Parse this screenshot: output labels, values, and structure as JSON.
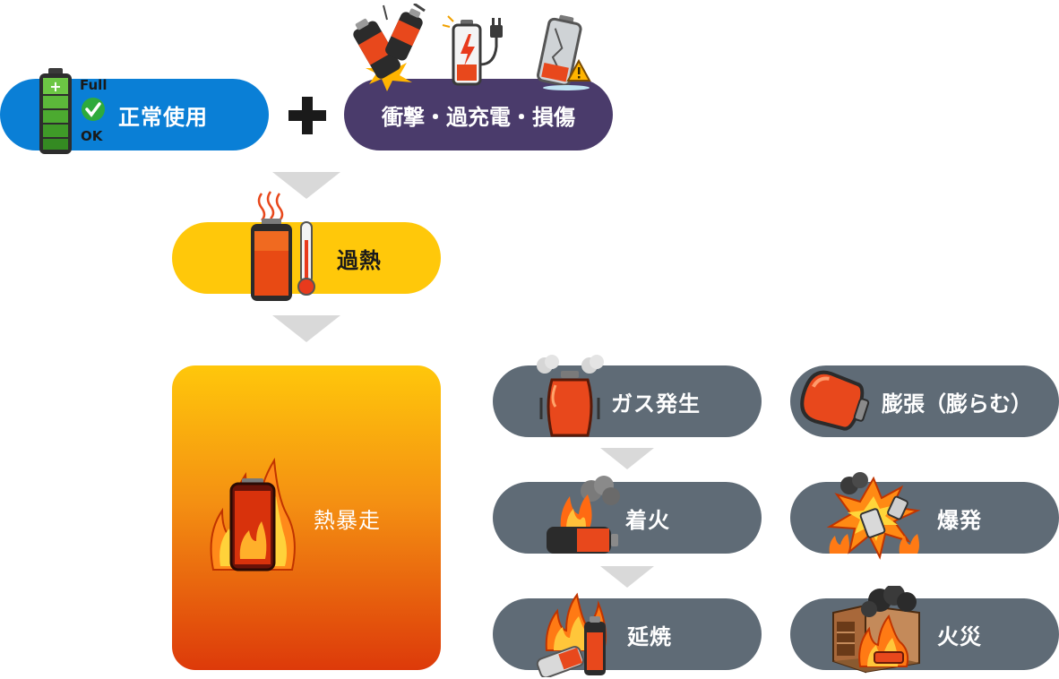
{
  "nodes": {
    "normal_use": {
      "label": "正常使用",
      "battery_top": "Full",
      "battery_bottom": "OK"
    },
    "causes": {
      "label": "衝撃・過充電・損傷"
    },
    "overheat": {
      "label": "過熱"
    },
    "thermal_runaway": {
      "label": "熱暴走"
    },
    "gas": {
      "label": "ガス発生"
    },
    "swelling": {
      "label": "膨張（膨らむ）"
    },
    "ignition": {
      "label": "着火"
    },
    "explosion": {
      "label": "爆発"
    },
    "spread": {
      "label": "延焼"
    },
    "fire": {
      "label": "火災"
    }
  },
  "colors": {
    "blue": "#0a7fd6",
    "purple": "#4a3b6b",
    "yellow": "#ffc80a",
    "gray": "#5f6b76",
    "arrow": "#d9d9d9",
    "gradient_top": "#ffc70b",
    "gradient_bottom": "#dd3a0a"
  },
  "icons": [
    "battery-full-icon",
    "plus-icon",
    "broken-battery-icon",
    "charging-battery-icon",
    "damaged-battery-icon",
    "hot-battery-thermometer-icon",
    "burning-battery-icon",
    "venting-battery-icon",
    "swollen-battery-icon",
    "ignition-icon",
    "explosion-icon",
    "spreading-fire-icon",
    "house-fire-icon"
  ]
}
